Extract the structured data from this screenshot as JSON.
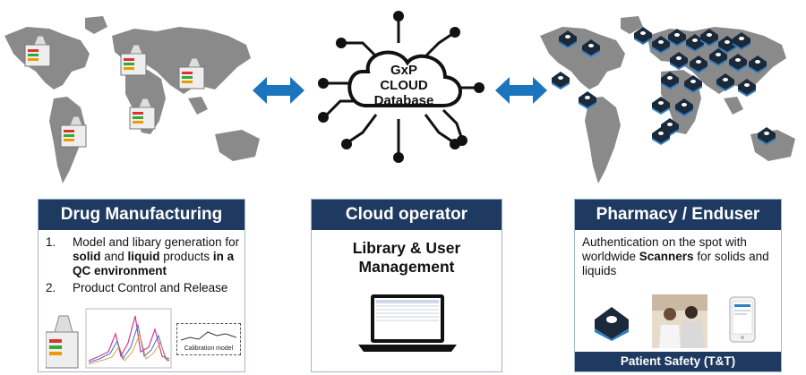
{
  "cloud": {
    "line1": "GxP",
    "line2": "CLOUD",
    "line3": "Database"
  },
  "panels": {
    "drug_manufacturing": {
      "title": "Drug Manufacturing",
      "items": [
        {
          "number": "1.",
          "text_a": "Model and libary generation for ",
          "bold_a": "solid",
          "text_b": " and ",
          "bold_b": "liquid",
          "text_c": " products ",
          "bold_c": "in a QC environment"
        },
        {
          "number": "2.",
          "text": "Product Control and Release"
        }
      ],
      "calibration_label": "Calibration model"
    },
    "cloud_operator": {
      "title": "Cloud operator",
      "subtitle_line1": "Library & User",
      "subtitle_line2": "Management"
    },
    "pharmacy": {
      "title": "Pharmacy / Enduser",
      "text_a": "Authentication on the spot with worldwide ",
      "bold_a": "Scanners",
      "text_b": " for solids and liquids",
      "footer": "Patient Safety (T&T)"
    }
  },
  "colors": {
    "panel_header": "#1f3a60",
    "arrow": "#1b75bc",
    "map": "#8a8a8a",
    "scanner_body": "#1b2a3a",
    "scanner_accent": "#2e7fc8"
  },
  "icons": {
    "network": "cloud-network-icon",
    "arrows": "double-arrow-icon",
    "laptop": "laptop-icon",
    "scanner": "scanner-icon"
  }
}
